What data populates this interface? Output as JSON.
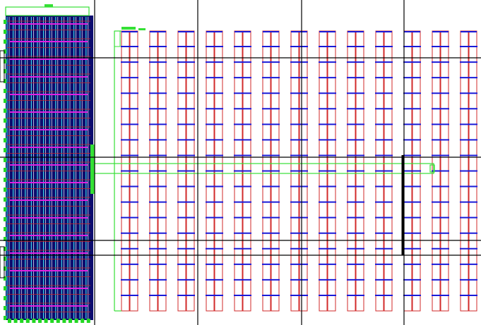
{
  "drawing": {
    "colors": {
      "background": "#ffffff",
      "grid_line": "#000000",
      "rack_outline": "#d22a2a",
      "beam": "#1a1ad8",
      "boundary": "#35e035",
      "dense_fill": "#0c0c6e",
      "dense_cyan": "#39d4e4",
      "dense_magenta": "#e020e0",
      "dense_red": "#cc2222",
      "dense_green": "#23d823"
    },
    "rack_rows": 13,
    "beam_levels_per_row": 17,
    "dense_block_columns": 14
  }
}
